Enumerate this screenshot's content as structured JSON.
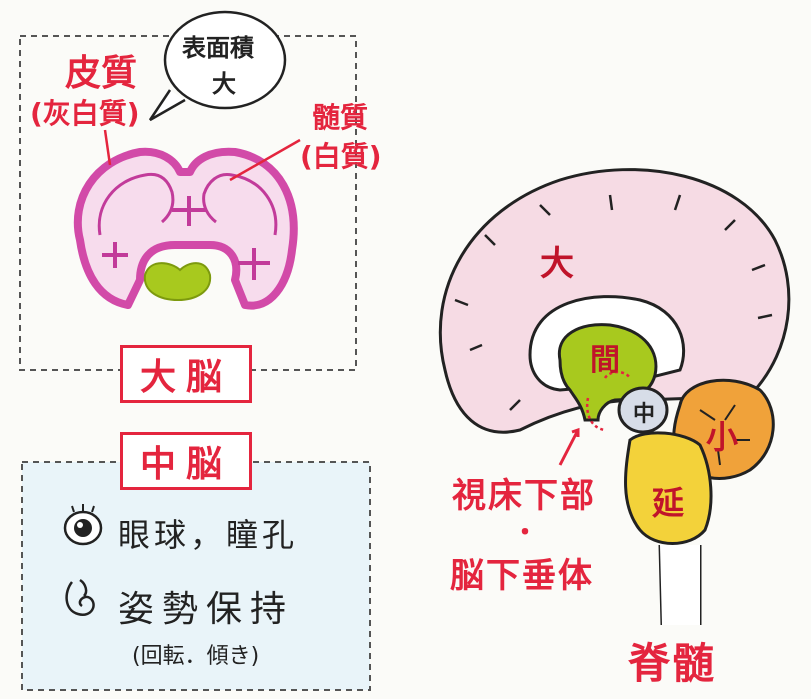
{
  "cerebrum_section": {
    "bubble_line1": "表面積",
    "bubble_line2": "大",
    "cortex_label": "皮質",
    "cortex_sub": "(灰白質)",
    "medulla_label": "髄質",
    "medulla_sub": "(白質)"
  },
  "titles": {
    "cerebrum": "大脳",
    "midbrain": "中脳"
  },
  "midbrain_notes": {
    "item1": "眼球，瞳孔",
    "item2": "姿勢保持",
    "item2_sub": "(回転．傾き)"
  },
  "brain_diagram": {
    "cerebrum_mark": "大",
    "diencephalon_mark": "間",
    "midbrain_mark": "中",
    "cerebellum_mark": "小",
    "medulla_mark": "延",
    "hypothalamus_label": "視床下部",
    "separator": "・",
    "pituitary_label": "脳下垂体",
    "spinal_label": "脊髄"
  },
  "colors": {
    "red": "#e4253e",
    "pink": "#e25bb0",
    "green": "#a8c91e",
    "orange": "#f0a23a",
    "yellow": "#f3d23a",
    "blue_tint": "#cfe6f2"
  }
}
